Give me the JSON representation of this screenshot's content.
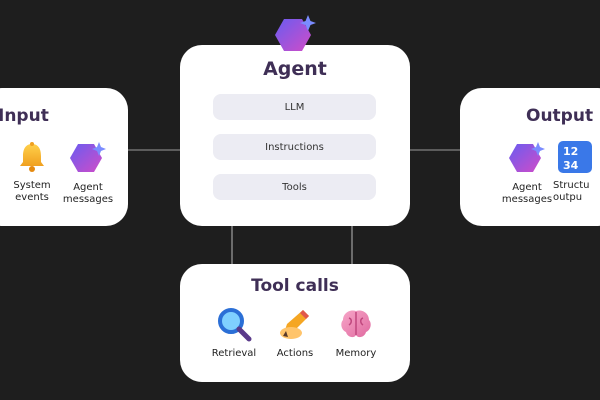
{
  "input": {
    "title": "Input",
    "items": [
      {
        "label": "System\nevents",
        "icon": "bell-icon"
      },
      {
        "label": "Agent\nmessages",
        "icon": "agent-hexagon-icon"
      }
    ]
  },
  "agent": {
    "title": "Agent",
    "icon": "agent-hexagon-icon",
    "components": [
      "LLM",
      "Instructions",
      "Tools"
    ]
  },
  "output": {
    "title": "Output",
    "items": [
      {
        "label": "Agent\nmessages",
        "icon": "agent-hexagon-icon"
      },
      {
        "label": "Structu\noutpu",
        "icon": "numbers-icon"
      }
    ]
  },
  "tool_calls": {
    "title": "Tool calls",
    "items": [
      {
        "label": "Retrieval",
        "icon": "magnifier-icon"
      },
      {
        "label": "Actions",
        "icon": "pencil-hand-icon"
      },
      {
        "label": "Memory",
        "icon": "brain-icon"
      }
    ]
  },
  "colors": {
    "background": "#1e1e1e",
    "card": "#ffffff",
    "pill": "#ececf3",
    "title_text": "#3f2f56",
    "connector": "#9a9a9a"
  }
}
